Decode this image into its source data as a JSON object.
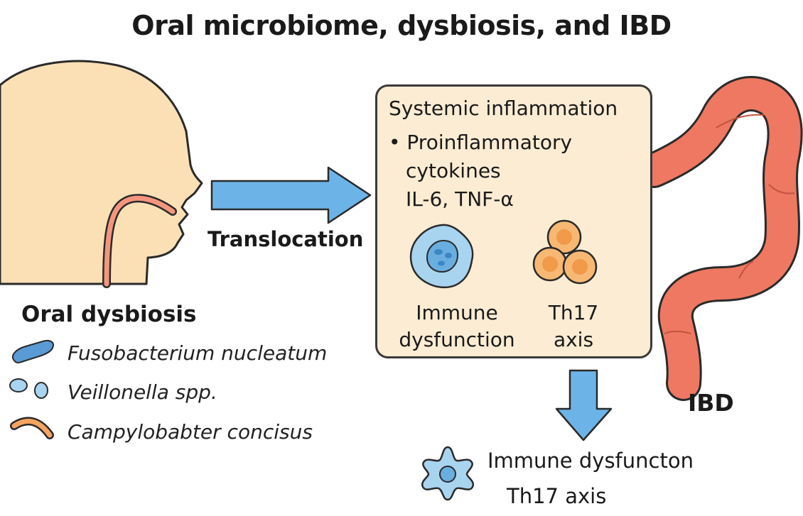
{
  "title": "Oral microbiome, dysbiosis, and IBD",
  "translocation_label": "Translocation",
  "oral_dysbiosis": {
    "heading": "Oral dysbiosis",
    "bacteria": [
      {
        "name": "Fusobacterium nucleatum",
        "color": "#5b9bd5",
        "icon": "rod-bacterium-icon"
      },
      {
        "name": "Veillonella spp.",
        "color": "#a8d4f0",
        "icon": "cocci-bacterium-icon"
      },
      {
        "name": "Campylobabter concisus",
        "color": "#f4a460",
        "icon": "curved-bacterium-icon"
      }
    ]
  },
  "systemic_box": {
    "title": "Systemic inflammation",
    "bullet_lines": [
      "• Proinflammatory",
      "cytokines",
      "IL-6, TNF-α"
    ],
    "immune_label_lines": [
      "Immune",
      "dysfunction"
    ],
    "th17_label_lines": [
      "Th17",
      "axis"
    ],
    "background": "#fbecd3"
  },
  "ibd_label": "IBD",
  "bottom": {
    "line1": "Immune dysfuncton",
    "line2": "Th17 axis"
  },
  "colors": {
    "skin": "#fbe0b5",
    "arrow": "#6cb4e8",
    "colon": "#ee7861",
    "outline": "#2a2a2a"
  }
}
